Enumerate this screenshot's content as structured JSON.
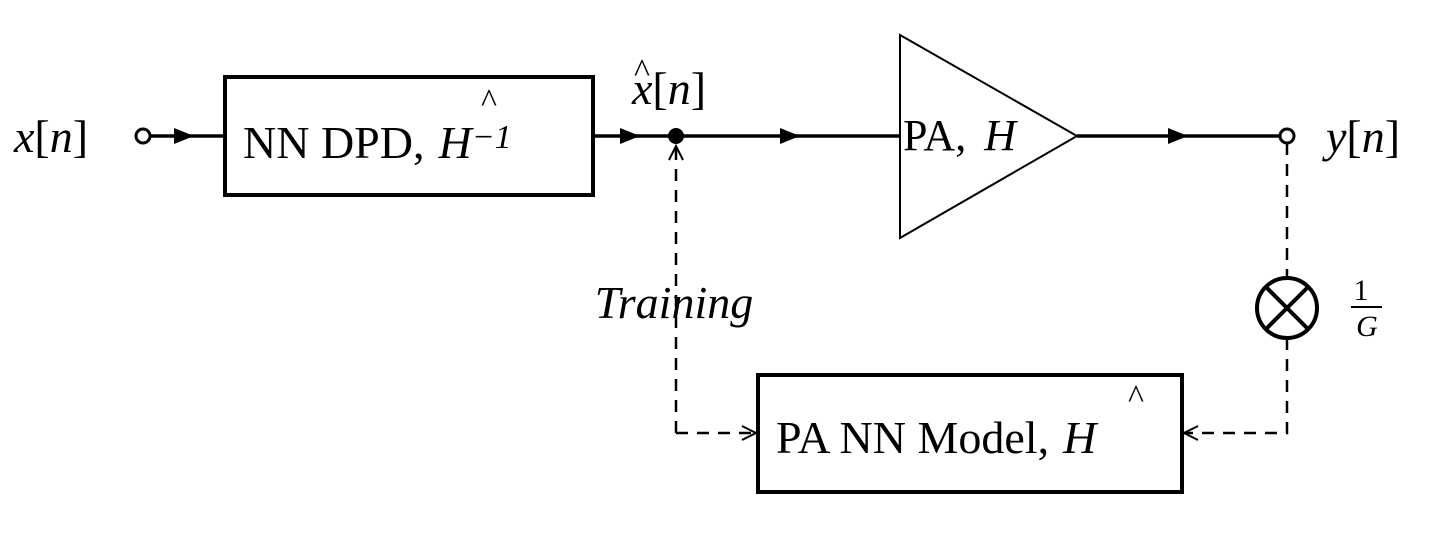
{
  "signals": {
    "input": {
      "var": "x",
      "open": "[",
      "index": "n",
      "close": "]"
    },
    "predistorted": {
      "var": "x",
      "hat": "^",
      "open": "[",
      "index": "n",
      "close": "]"
    },
    "output": {
      "var": "y",
      "open": "[",
      "index": "n",
      "close": "]"
    }
  },
  "blocks": {
    "dpd": {
      "label": "NN DPD,",
      "symbol": "H",
      "hat": "^",
      "superscript": "−1"
    },
    "pa": {
      "label": "PA,",
      "symbol": "H"
    },
    "model": {
      "label": "PA NN Model,",
      "symbol": "H",
      "hat": "^"
    }
  },
  "feedback": {
    "label": "Training",
    "gain": {
      "numerator": "1",
      "denominator": "G"
    }
  }
}
